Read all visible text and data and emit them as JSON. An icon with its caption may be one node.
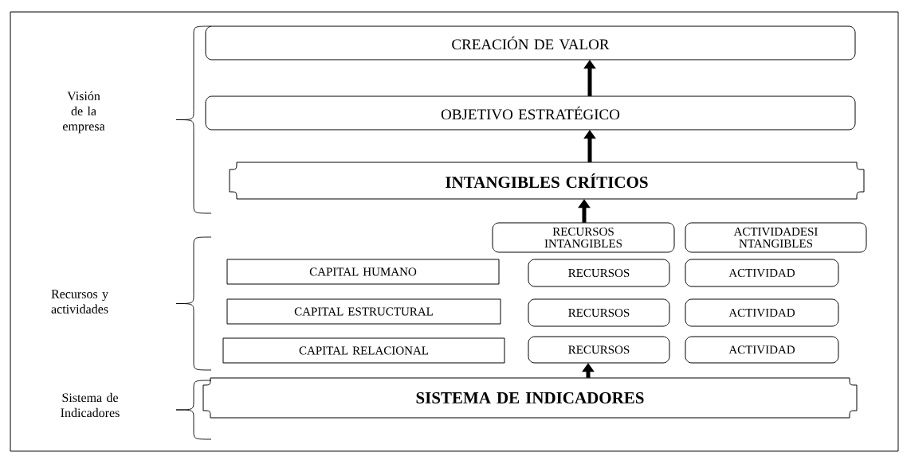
{
  "diagram": {
    "nodes": [
      {
        "text": [
          "CREACIÓN DE VALOR"
        ]
      },
      {
        "text": [
          "OBJETIVO ESTRATÉGICO"
        ]
      },
      {
        "text": [
          "INTANGIBLES CRÍTICOS"
        ]
      },
      {
        "text": [
          "RECURSOS INTANGIBLES"
        ]
      },
      {
        "text": [
          "ACTIVIDADESI NTANGIBLES"
        ]
      },
      {
        "text": [
          "CAPITAL HUMANO"
        ]
      },
      {
        "text": [
          "RECURSOS"
        ]
      },
      {
        "text": [
          "ACTIVIDAD"
        ]
      },
      {
        "text": [
          "CAPITAL ESTRUCTURAL"
        ]
      },
      {
        "text": [
          "RECURSOS"
        ]
      },
      {
        "text": [
          "ACTIVIDAD"
        ]
      },
      {
        "text": [
          "CAPITAL RELACIONAL"
        ]
      },
      {
        "text": [
          "RECURSOS"
        ]
      },
      {
        "text": [
          "ACTIVIDAD"
        ]
      },
      {
        "text": [
          "SISTEMA DE INDICADORES"
        ]
      }
    ],
    "edges": [
      {
        "from": 1,
        "to": 0,
        "arrow": "to"
      },
      {
        "from": 2,
        "to": 1,
        "arrow": "to"
      },
      {
        "from": 3,
        "to": 2,
        "arrow": "to"
      },
      {
        "from": 14,
        "to": 12,
        "arrow": "to"
      }
    ],
    "labels": [
      "Visión de la empresa",
      "Recursos y actividades",
      "Sistema de Indicadores"
    ]
  }
}
